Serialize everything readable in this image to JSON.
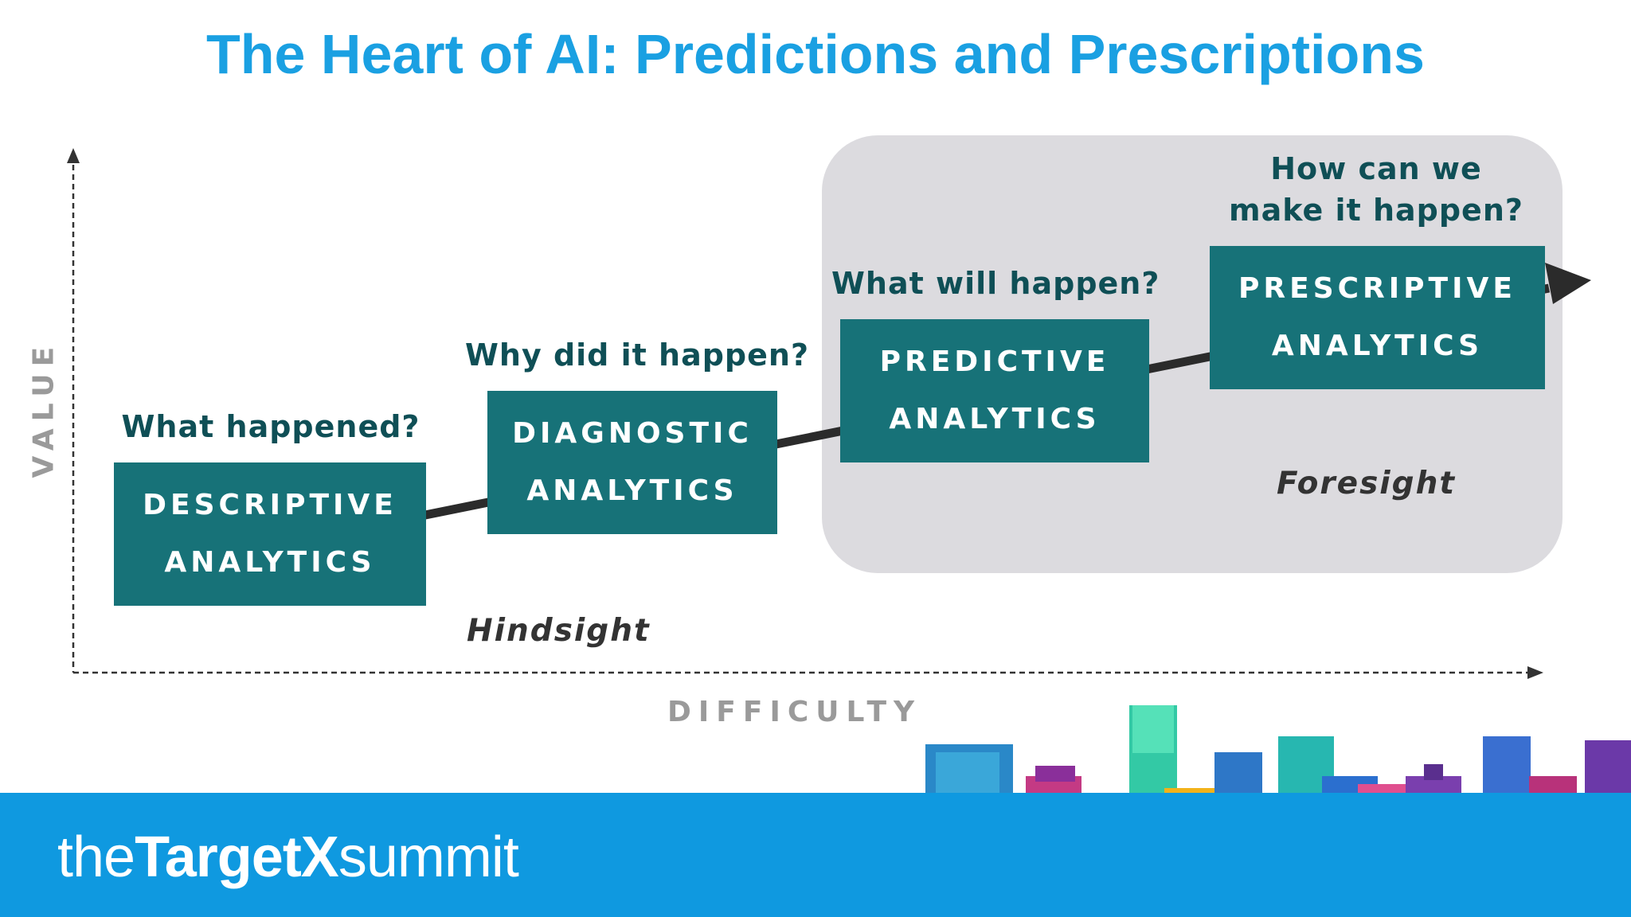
{
  "title": "The Heart of AI: Predictions and Prescriptions",
  "axes": {
    "x_label": "DIFFICULTY",
    "y_label": "VALUE"
  },
  "stages": [
    {
      "question": "What happened?",
      "line1": "DESCRIPTIVE",
      "line2": "ANALYTICS"
    },
    {
      "question": "Why did it happen?",
      "line1": "DIAGNOSTIC",
      "line2": "ANALYTICS"
    },
    {
      "question": "What will happen?",
      "line1": "PREDICTIVE",
      "line2": "ANALYTICS"
    },
    {
      "question_line1": "How can we",
      "question_line2": "make it happen?",
      "line1": "PRESCRIPTIVE",
      "line2": "ANALYTICS"
    }
  ],
  "labels": {
    "hindsight": "Hindsight",
    "foresight": "Foresight"
  },
  "footer": {
    "brand_prefix": "the",
    "brand_bold": "TargetX",
    "brand_suffix": "summit"
  },
  "colors": {
    "title": "#1aa0e2",
    "box": "#177278",
    "question": "#0f4f56",
    "panel": "#dcdbdf",
    "footer": "#0f99e0"
  }
}
